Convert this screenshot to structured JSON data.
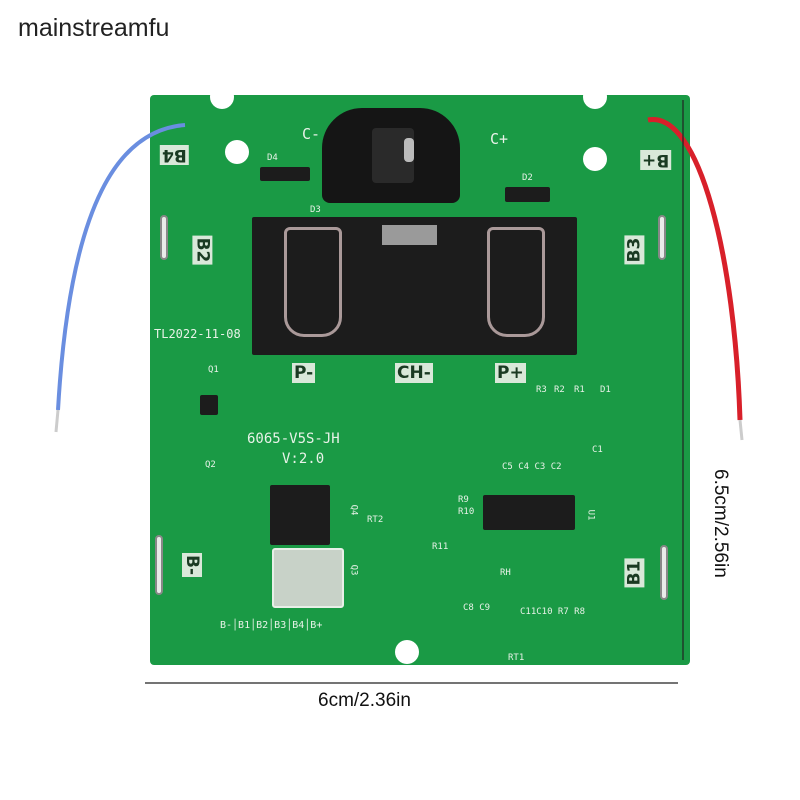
{
  "watermark": "mainstreamfu",
  "board": {
    "pad_labels": [
      "B4",
      "B2",
      "B3",
      "B+",
      "B-",
      "B1"
    ],
    "connector_labels": [
      "P-",
      "CH-",
      "P+"
    ],
    "jack_labels": [
      "C-",
      "C+"
    ],
    "date_code": "TL2022-11-08",
    "model": "6065-V5S-JH",
    "version": "V:2.0",
    "chain": "B-│B1│B2│B3│B4│B+",
    "components": {
      "d4": "D4",
      "d3": "D3",
      "d2": "D2",
      "d1": "D1",
      "q1": "Q1",
      "q2": "Q2",
      "q3": "Q3",
      "q4": "Q4",
      "rt1": "RT1",
      "rt2": "RT2",
      "r9": "R9",
      "r10": "R10",
      "r11": "R11",
      "r3": "R3",
      "r2": "R2",
      "r1": "R1",
      "c1": "C1",
      "c5_c2": "C5 C4 C3 C2",
      "u1": "U1",
      "rh": "RH",
      "c8c9": "C8 C9",
      "c11": "C11C10 R7 R8"
    }
  },
  "dimensions": {
    "width": "6cm/2.36in",
    "height": "6.5cm/2.56in"
  },
  "colors": {
    "pcb": "#1a9a45",
    "wire_positive": "#d8202a",
    "wire_negative": "#6a8ee0"
  }
}
